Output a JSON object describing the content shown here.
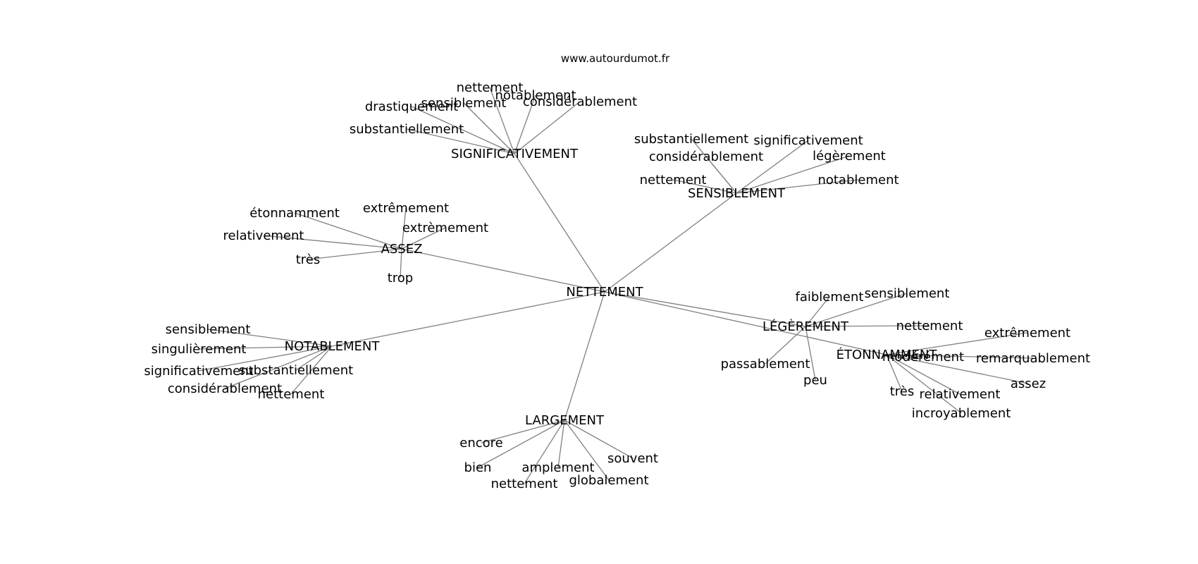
{
  "source": "www.autourdumot.fr",
  "center": "NETTEMENT",
  "groups": [
    {
      "label": "SIGNIFICATIVEMENT",
      "words": [
        "nettement",
        "notablement",
        "sensiblement",
        "considérablement",
        "drastiquement",
        "substantiellement"
      ]
    },
    {
      "label": "SENSIBLEMENT",
      "words": [
        "substantiellement",
        "significativement",
        "considérablement",
        "légèrement",
        "nettement",
        "notablement"
      ]
    },
    {
      "label": "ASSEZ",
      "words": [
        "étonnamment",
        "extrêmement",
        "extrèmement",
        "relativement",
        "très",
        "trop"
      ]
    },
    {
      "label": "LÉGÈREMENT",
      "words": [
        "faiblement",
        "sensiblement",
        "nettement",
        "passablement",
        "peu"
      ]
    },
    {
      "label": "ÉTONNAMMENT",
      "words": [
        "extrêmement",
        "modérément",
        "remarquablement",
        "assez",
        "très",
        "relativement",
        "incroyablement"
      ]
    },
    {
      "label": "NOTABLEMENT",
      "words": [
        "sensiblement",
        "singulièrement",
        "significativement",
        "substantiellement",
        "considérablement",
        "nettement"
      ]
    },
    {
      "label": "LARGEMENT",
      "words": [
        "encore",
        "bien",
        "amplement",
        "souvent",
        "nettement",
        "globalement"
      ]
    }
  ]
}
